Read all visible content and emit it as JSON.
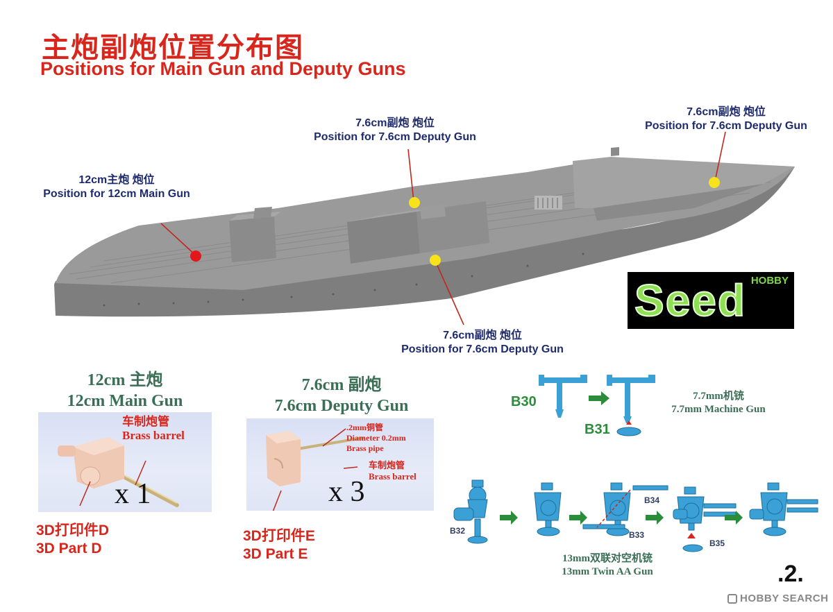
{
  "header": {
    "title_cn": "主炮副炮位置分布图",
    "title_en": "Positions for Main Gun and Deputy Guns"
  },
  "callouts": {
    "main_gun": {
      "cn": "12cm主炮 炮位",
      "en": "Position for 12cm Main Gun"
    },
    "deputy_mid": {
      "cn": "7.6cm副炮 炮位",
      "en": "Position for 7.6cm Deputy Gun"
    },
    "deputy_stern": {
      "cn": "7.6cm副炮 炮位",
      "en": "Position for 7.6cm Deputy Gun"
    },
    "deputy_lower": {
      "cn": "7.6cm副炮 炮位",
      "en": "Position for 7.6cm Deputy Gun"
    }
  },
  "logo": {
    "brand": "Seed",
    "sub": "HOBBY"
  },
  "main_gun_part": {
    "title_cn": "12cm 主炮",
    "title_en": "12cm Main Gun",
    "barrel_cn": "车制炮管",
    "barrel_en": "Brass barrel",
    "multiplier": "x 1",
    "part_cn": "3D打印件D",
    "part_en": "3D Part D"
  },
  "deputy_gun_part": {
    "title_cn": "7.6cm 副炮",
    "title_en": "7.6cm Deputy Gun",
    "pipe_cn": ".2mm铜管",
    "pipe_en1": "Diameter 0.2mm",
    "pipe_en2": "Brass pipe",
    "barrel_cn": "车制炮管",
    "barrel_en": "Brass barrel",
    "multiplier": "x 3",
    "part_cn": "3D打印件E",
    "part_en": "3D Part E"
  },
  "machine_gun": {
    "code_a": "B30",
    "code_b": "B31",
    "caption_cn": "7.7mm机铳",
    "caption_en": "7.7mm Machine Gun"
  },
  "twin_aa": {
    "codes": [
      "B32",
      "B33",
      "B34",
      "B35"
    ],
    "caption_cn": "13mm双联对空机铳",
    "caption_en": "13mm Twin AA Gun"
  },
  "page_number": ".2.",
  "watermark": "HOBBY SEARCH",
  "colors": {
    "title_red": "#d8261d",
    "callout_navy": "#1e2a6e",
    "hull_gray": "#8c8c8c",
    "marker_red": "#e2161b",
    "marker_yellow": "#f7e21c",
    "leader_red": "#c0281c",
    "part_blue": "#3aa0d6",
    "arrow_green": "#2b8c3a",
    "resin_pink": "#f0c9b4",
    "brass": "#c9b27a"
  }
}
